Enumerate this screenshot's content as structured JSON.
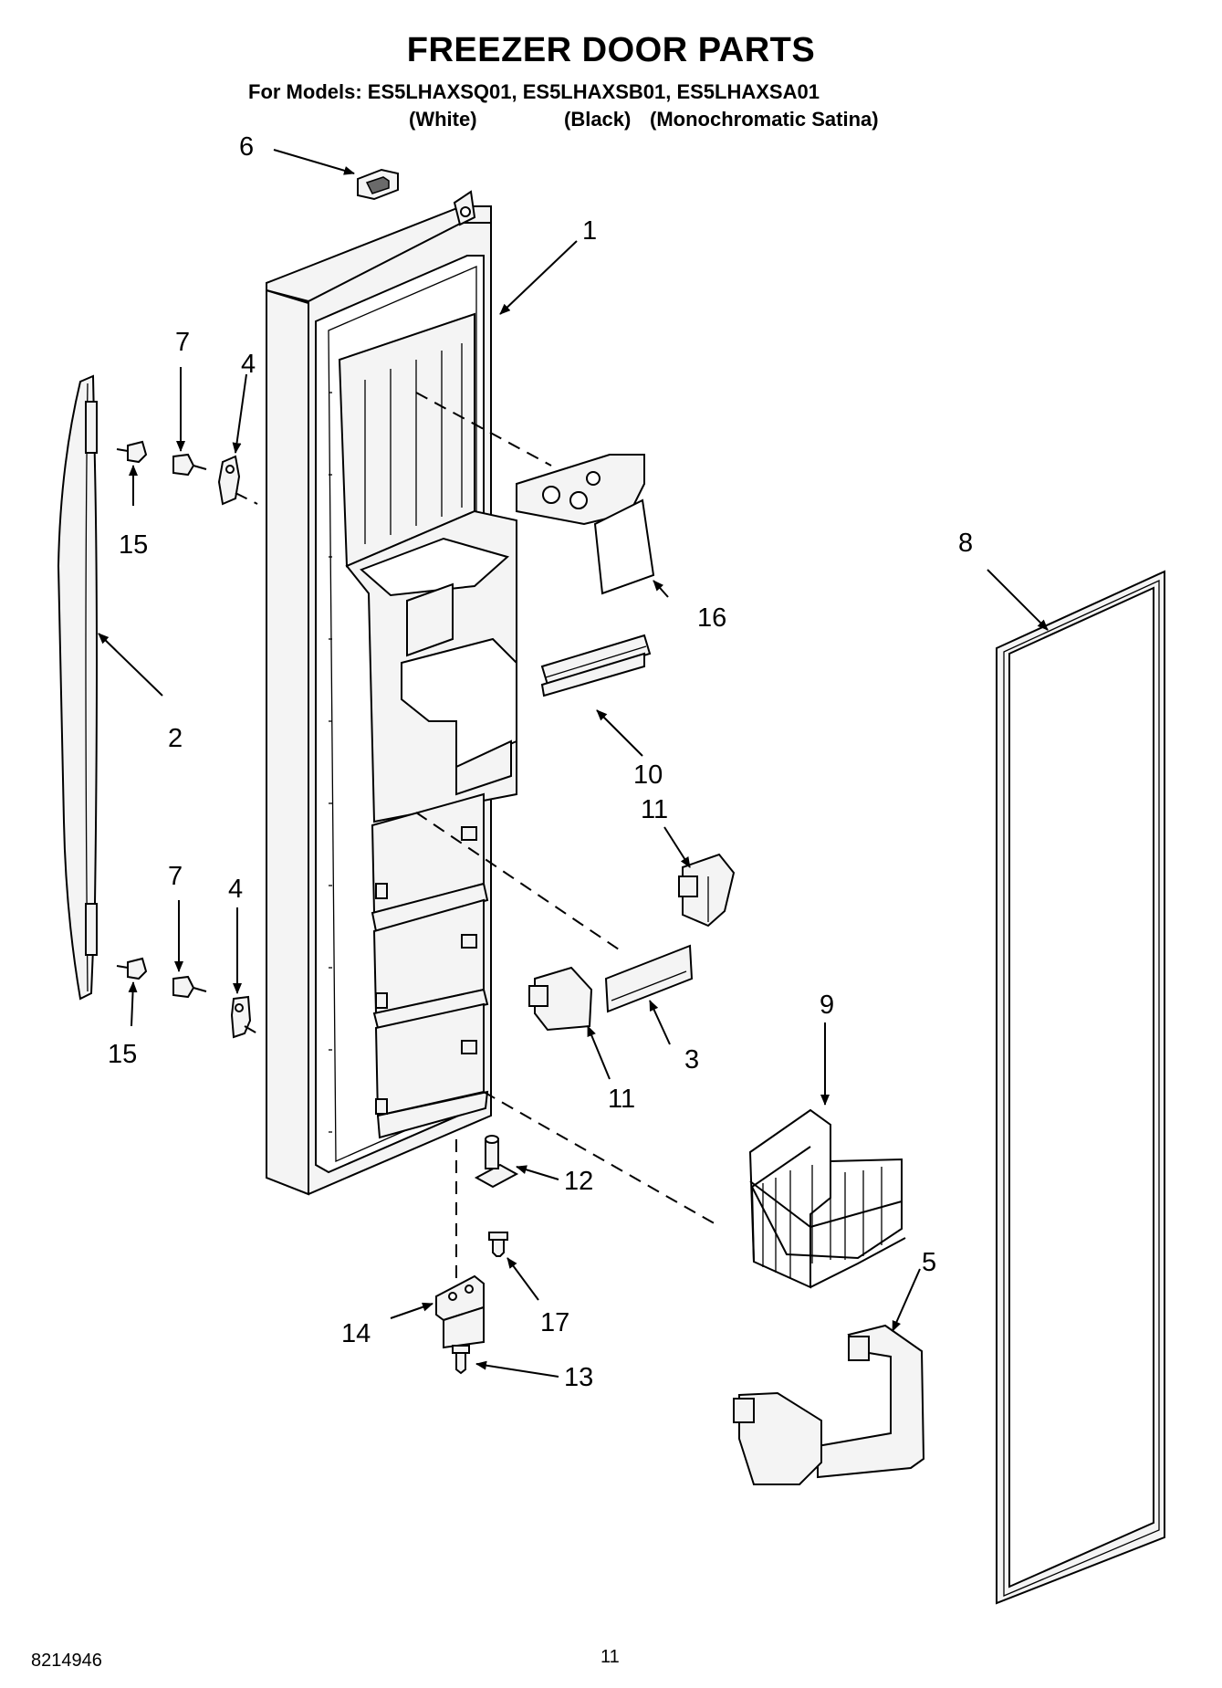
{
  "header": {
    "title": "FREEZER DOOR PARTS",
    "models_line": "For Models: ES5LHAXSQ01, ES5LHAXSB01, ES5LHAXSA01",
    "variant_white": "(White)",
    "variant_black": "(Black)",
    "variant_satina": "(Monochromatic Satina)"
  },
  "callouts": {
    "c1": "1",
    "c2": "2",
    "c3": "3",
    "c4a": "4",
    "c4b": "4",
    "c5": "5",
    "c6": "6",
    "c7a": "7",
    "c7b": "7",
    "c8": "8",
    "c9": "9",
    "c10": "10",
    "c11a": "11",
    "c11b": "11",
    "c12": "12",
    "c13": "13",
    "c14": "14",
    "c15a": "15",
    "c15b": "15",
    "c16": "16",
    "c17": "17"
  },
  "footer": {
    "doc_number": "8214946",
    "page_number": "11"
  }
}
